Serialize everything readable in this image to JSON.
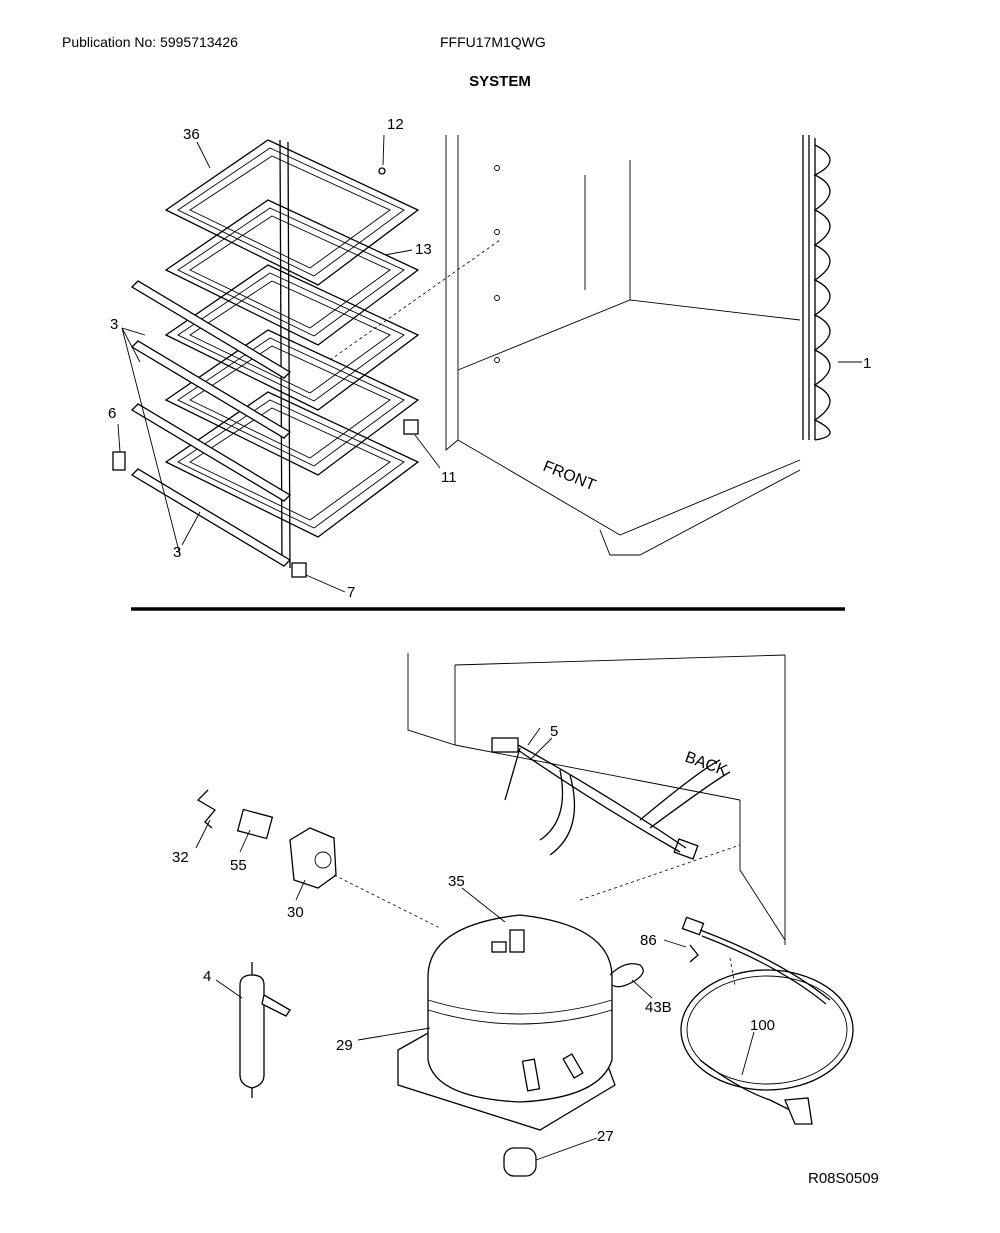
{
  "header": {
    "publication": "Publication No: 5995713426",
    "model": "FFFU17M1QWG",
    "title": "SYSTEM"
  },
  "drawing_id": "R08S0509",
  "directions": {
    "front": "FRONT",
    "back": "BACK"
  },
  "callouts": {
    "c36": "36",
    "c12": "12",
    "c13": "13",
    "c3a": "3",
    "c6": "6",
    "c11": "11",
    "c3b": "3",
    "c7": "7",
    "c1": "1",
    "c5": "5",
    "c32": "32",
    "c55": "55",
    "c30": "30",
    "c35": "35",
    "c86": "86",
    "c43b": "43B",
    "c4": "4",
    "c100": "100",
    "c29": "29",
    "c27": "27"
  }
}
